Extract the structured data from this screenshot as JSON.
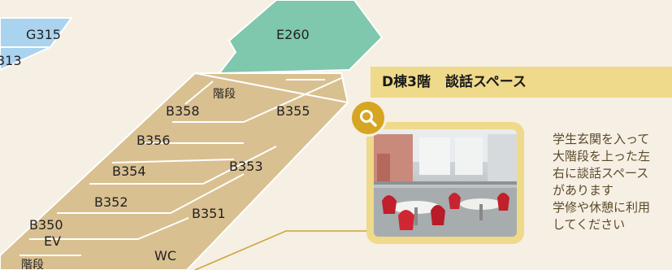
{
  "rooms": {
    "g315": "G315",
    "g313": "313",
    "e260": "E260",
    "stairs_top": "階段",
    "b358": "B358",
    "b355": "B355",
    "b356": "B356",
    "b353": "B353",
    "b354": "B354",
    "b352": "B352",
    "b351": "B351",
    "b350": "B350",
    "ev": "EV",
    "stairs_bottom": "階段",
    "wc": "WC"
  },
  "callout": {
    "title_building_floor": "D棟3階",
    "title_space": "談話スペース",
    "description_lines": [
      "学生玄関を入って",
      "大階段を上った左",
      "右に談話スペース",
      "があります",
      "学修や休憩に利用",
      "してください"
    ]
  },
  "icons": {
    "zoom": "magnifier-icon"
  },
  "colors": {
    "background": "#f6efe3",
    "building_d": "#d9c091",
    "building_e": "#7fc7ad",
    "building_g": "#a9d3ee",
    "callout_accent": "#efd98a",
    "badge": "#d6a521",
    "leader_line": "#c9a53a"
  }
}
